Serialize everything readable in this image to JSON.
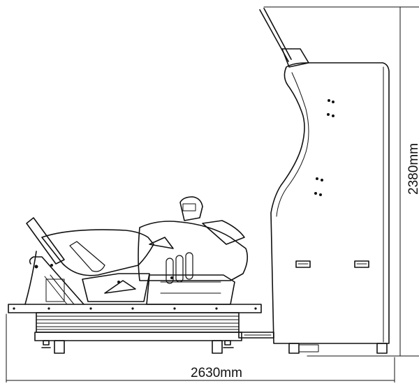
{
  "drawing": {
    "width_dimension": "2630mm",
    "height_dimension": "2380mm",
    "line_color": "#111111",
    "background_color": "#ffffff"
  },
  "parts": {
    "cabinet": "arcade-cabinet",
    "bike": "motorcycle-seat",
    "platform": "base-platform"
  }
}
